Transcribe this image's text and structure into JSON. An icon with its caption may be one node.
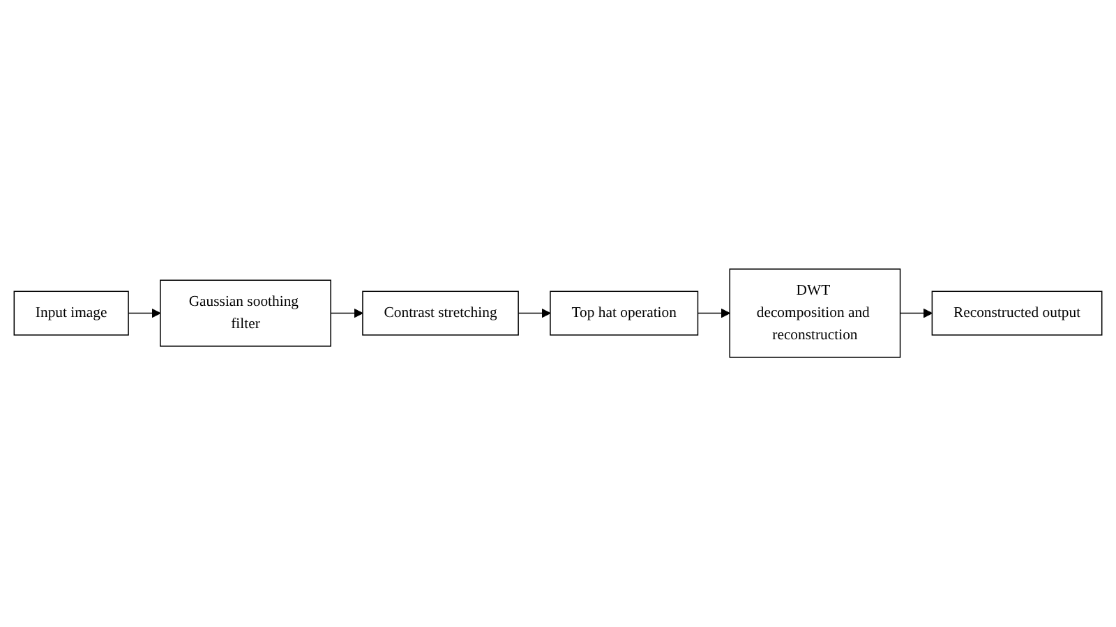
{
  "diagram": {
    "nodes": [
      {
        "text": [
          "Input image"
        ]
      },
      {
        "text": [
          "Gaussian soothing filter"
        ]
      },
      {
        "text": [
          "Contrast stretching"
        ]
      },
      {
        "text": [
          "Top hat operation"
        ]
      },
      {
        "text": [
          "DWT decomposition and reconstruction"
        ]
      },
      {
        "text": [
          "Reconstructed output"
        ]
      }
    ],
    "edges": [
      {
        "from": 0,
        "to": 1,
        "arrow": "to"
      },
      {
        "from": 1,
        "to": 2,
        "arrow": "to"
      },
      {
        "from": 2,
        "to": 3,
        "arrow": "to"
      },
      {
        "from": 3,
        "to": 4,
        "arrow": "to"
      },
      {
        "from": 4,
        "to": 5,
        "arrow": "to"
      }
    ]
  }
}
